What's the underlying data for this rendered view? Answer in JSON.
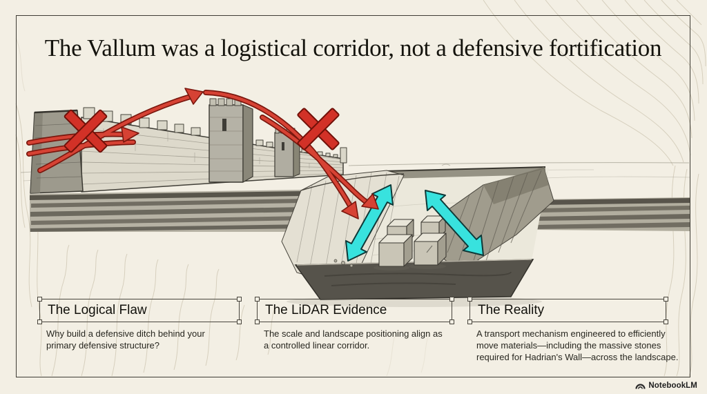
{
  "title": "The Vallum was a logistical corridor, not a defensive fortification",
  "cards": [
    {
      "title": "The Logical Flaw",
      "body": "Why build a defensive ditch behind your\nprimary defensive structure?"
    },
    {
      "title": "The LiDAR Evidence",
      "body": "The scale and landscape positioning align as\na controlled linear corridor."
    },
    {
      "title": "The Reality",
      "body": "A transport mechanism engineered to efficiently\nmove materials—including the massive stones\nrequired for Hadrian's Wall—across the landscape."
    }
  ],
  "watermark": {
    "label": "NotebookLM"
  },
  "illustration": {
    "wall": "Hadrian's Wall — crenellated stone wall with towers (pencil sketch)",
    "ditch": "The Vallum — flat-bottomed ditch corridor (pencil sketch)",
    "stone_blocks": "quarried stone blocks inside the corridor",
    "red_arrows": "attack/defence arrows crossed out with X marks",
    "cyan_arrows": "bidirectional transport-flow arrows along the corridor"
  },
  "colors": {
    "background": "#f3efe4",
    "frame_ink": "#3e3c34",
    "rejected_red": "#d64234",
    "flow_cyan": "#38e2de",
    "sketch_ink": "#45423a"
  }
}
